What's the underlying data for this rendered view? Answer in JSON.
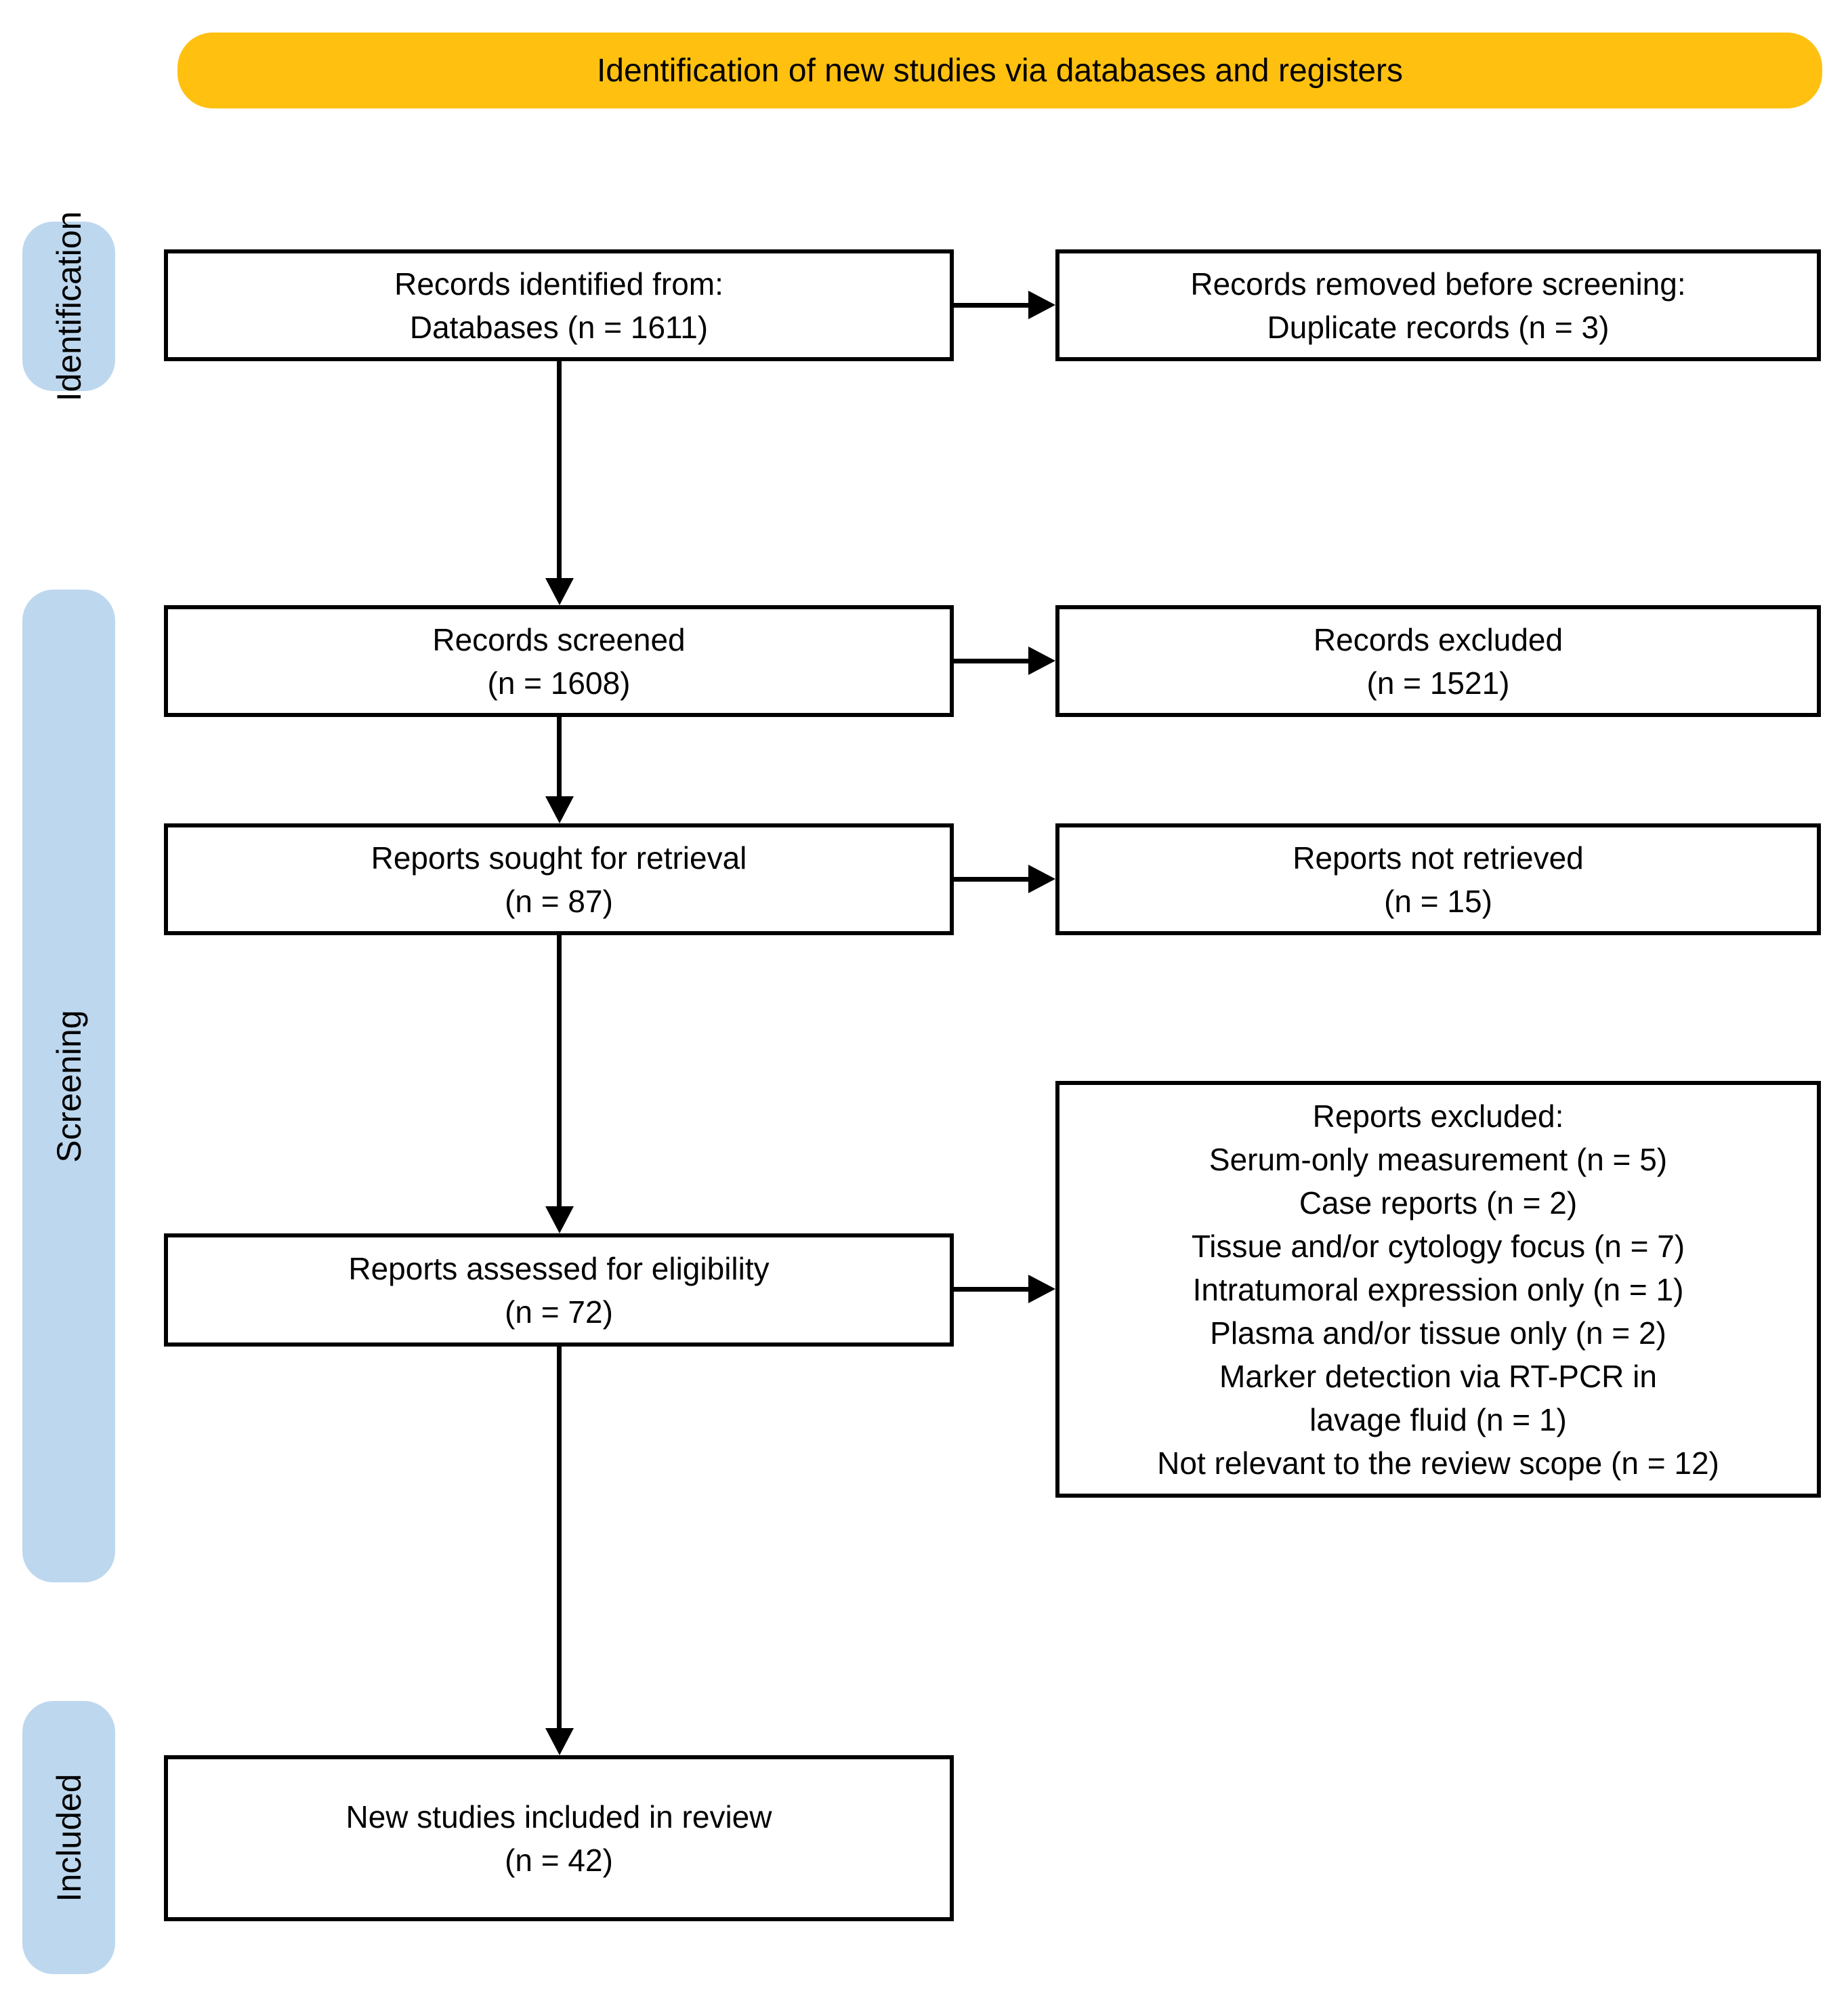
{
  "title_bar": {
    "label": "Identification of new studies via databases and registers"
  },
  "stages": [
    {
      "label": "Identification"
    },
    {
      "label": "Screening"
    },
    {
      "label": "Included"
    }
  ],
  "flow_boxes": {
    "records_identified": {
      "lines": [
        "Records identified from:",
        "Databases (n = 1611)"
      ]
    },
    "records_removed": {
      "lines": [
        "Records removed before screening:",
        "Duplicate records (n = 3)"
      ]
    },
    "records_screened": {
      "lines": [
        "Records screened",
        "(n = 1608)"
      ]
    },
    "records_excluded": {
      "lines": [
        "Records excluded",
        "(n = 1521)"
      ]
    },
    "reports_sought": {
      "lines": [
        "Reports sought for retrieval",
        "(n = 87)"
      ]
    },
    "reports_not_retrieved": {
      "lines": [
        "Reports not retrieved",
        "(n = 15)"
      ]
    },
    "reports_assessed": {
      "lines": [
        "Reports assessed for eligibility",
        "(n = 72)"
      ]
    },
    "reports_excluded": {
      "lines": [
        "Reports excluded:",
        "Serum-only measurement (n = 5)",
        "Case reports (n = 2)",
        "Tissue and/or cytology focus (n = 7)",
        "Intratumoral expression only (n = 1)",
        "Plasma and/or tissue only (n = 2)",
        "Marker detection via RT-PCR in",
        "lavage fluid (n = 1)",
        "Not relevant to the review scope (n = 12)"
      ]
    },
    "new_studies_included": {
      "lines": [
        "New studies included in review",
        "(n = 42)"
      ]
    }
  },
  "colors": {
    "title_bar_bg": "#FFC010",
    "stage_bg": "#BDD7EE",
    "box_border": "#000000",
    "text": "#000000",
    "background": "#FFFFFF"
  }
}
